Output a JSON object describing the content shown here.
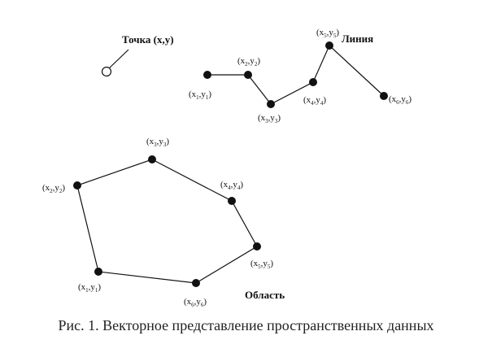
{
  "labels": {
    "point": "Точка (x,y)",
    "line": "Линия",
    "area": "Область"
  },
  "line_points": [
    {
      "sub": "1",
      "label": "(x1,y1)"
    },
    {
      "sub": "2",
      "label": "(x2,y2)"
    },
    {
      "sub": "3",
      "label": "(x3,y3)"
    },
    {
      "sub": "4",
      "label": "(x4,y4)"
    },
    {
      "sub": "5",
      "label": "(x5,y5)"
    },
    {
      "sub": "6",
      "label": "(x6,y6)"
    }
  ],
  "area_points": [
    {
      "sub": "1",
      "label": "(x1,y1)"
    },
    {
      "sub": "2",
      "label": "(x2,y2)"
    },
    {
      "sub": "3",
      "label": "(x3,y3)"
    },
    {
      "sub": "4",
      "label": "(x4,y4)"
    },
    {
      "sub": "5",
      "label": "(x5,y5)"
    },
    {
      "sub": "6",
      "label": "(x6,y6)"
    }
  ],
  "caption": "Рис. 1. Векторное представление пространственных  данных",
  "colors": {
    "ink": "#111111",
    "background": "#ffffff"
  }
}
